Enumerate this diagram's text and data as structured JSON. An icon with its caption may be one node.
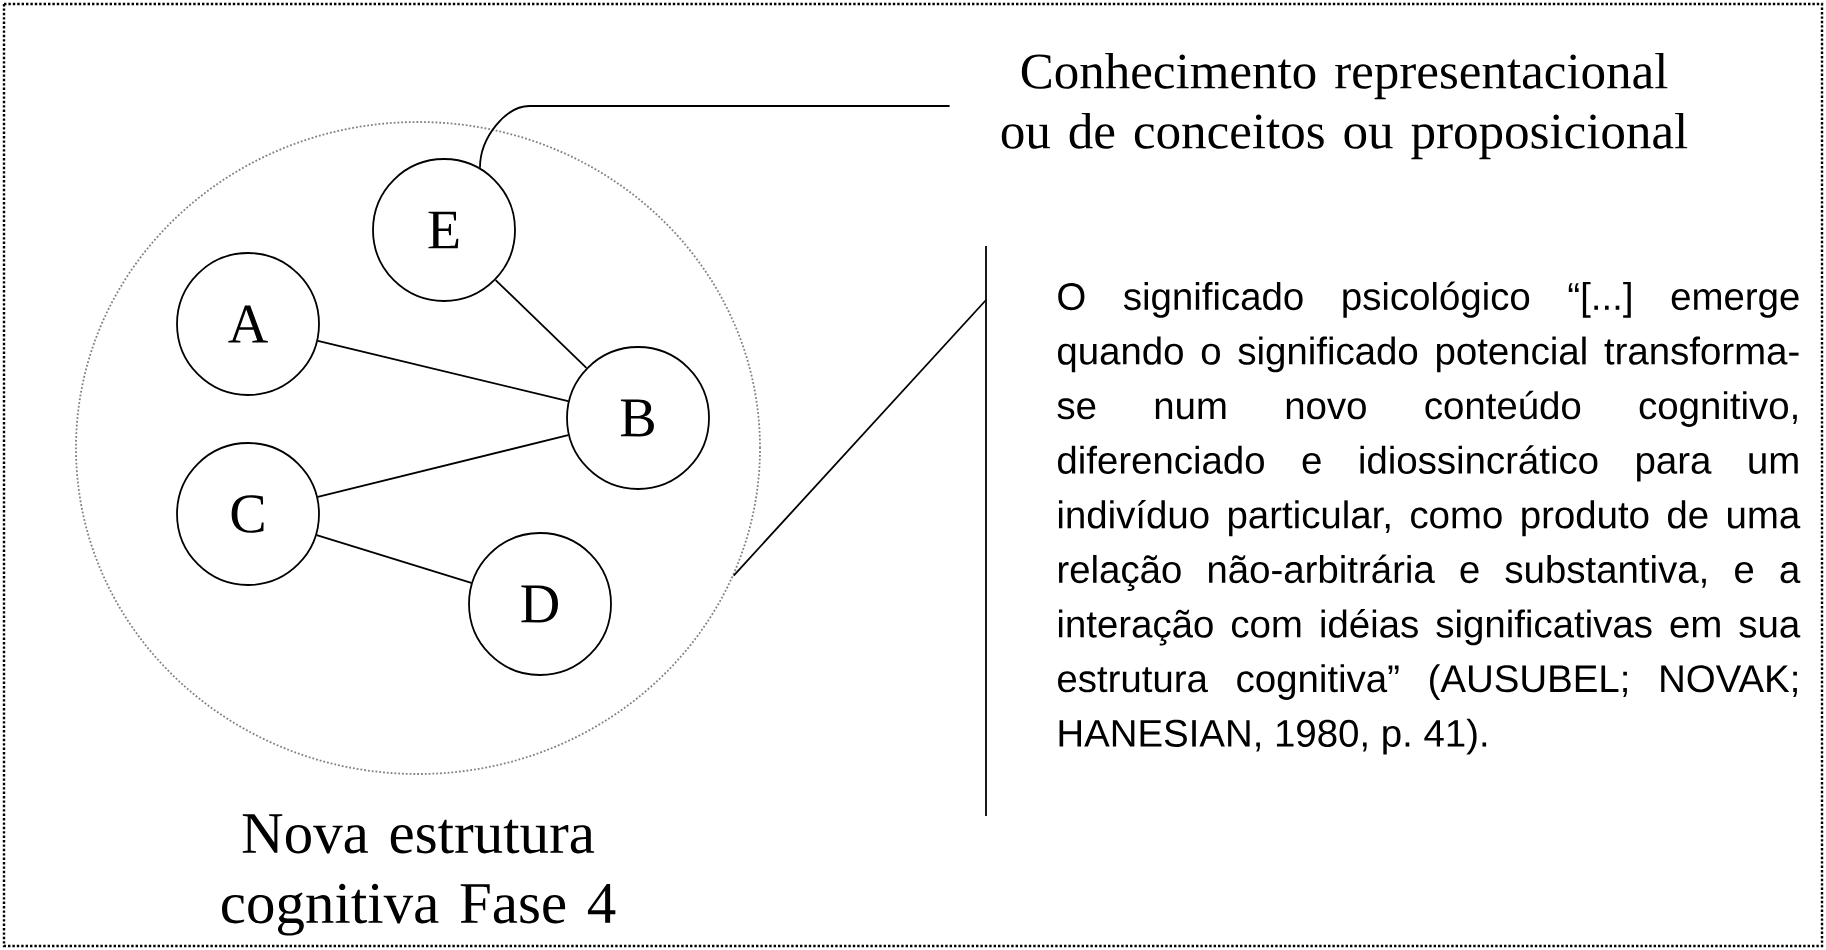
{
  "diagram": {
    "nodes": [
      {
        "text": [],
        "shape": "circle",
        "beside": [
          "Nova estrutura cognitiva Fase 4"
        ]
      },
      {
        "text": [
          "E"
        ],
        "in": 0
      },
      {
        "text": [
          "A"
        ],
        "in": 0
      },
      {
        "text": [
          "B"
        ],
        "in": 0
      },
      {
        "text": [
          "C"
        ],
        "in": 0
      },
      {
        "text": [
          "D"
        ],
        "in": 0
      },
      {
        "text": [
          "Conhecimento representacional ou de conceitos ou proposicional"
        ]
      },
      {
        "text": [
          "O significado psicológico “[...] emerge quando o significado potencial transforma-se num novo conteúdo cognitivo, diferenciado e idiossincrático para um indivíduo particular, como produto de uma relação não-arbitrária e substantiva, e a interação com idéias significativas em sua estrutura cognitiva” (AUSUBEL; NOVAK; HANESIAN, 1980, p. 41)."
        ]
      }
    ],
    "edges": [
      {
        "from": 1,
        "to": 3,
        "arrow": "none"
      },
      {
        "from": 2,
        "to": 3,
        "arrow": "none"
      },
      {
        "from": 4,
        "to": 3,
        "arrow": "none"
      },
      {
        "from": 4,
        "to": 5,
        "arrow": "none"
      },
      {
        "from": 6,
        "to": 1,
        "arrow": "none"
      },
      {
        "from": 7,
        "to": 0,
        "arrow": "none"
      }
    ]
  }
}
